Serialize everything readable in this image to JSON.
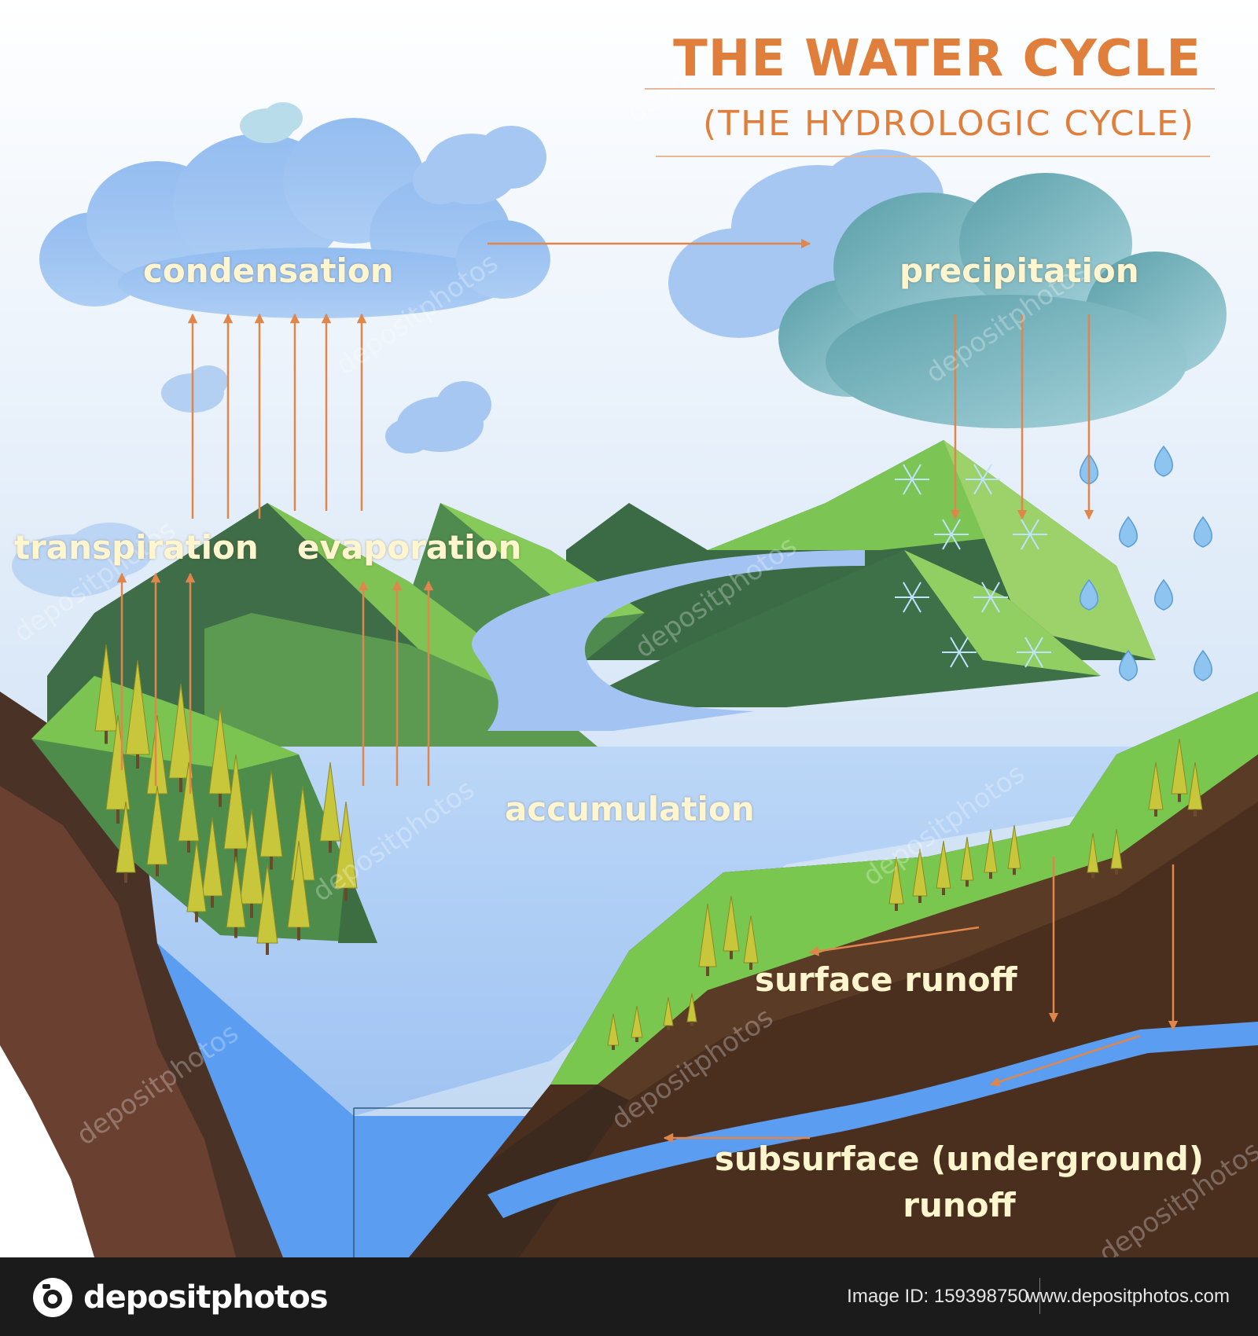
{
  "title": "THE WATER CYCLE",
  "subtitle": "(THE HYDROLOGIC CYCLE)",
  "labels": {
    "condensation": "condensation",
    "precipitation": "precipitation",
    "transpiration": "transpiration",
    "evaporation": "evaporation",
    "accumulation": "accumulation",
    "surface_runoff": "surface runoff",
    "subsurface_line1": "subsurface (underground)",
    "subsurface_line2": "runoff"
  },
  "watermark": "depositphotos",
  "footer": {
    "brand": "depositphotos",
    "image_id": "Image ID: 159398750",
    "site": "www.depositphotos.com"
  },
  "colors": {
    "title": "#e07f3c",
    "arrow": "#e0864a",
    "label": "#fff5cf",
    "sky_top": "#ffffff",
    "sky_bottom": "#c7dcf3",
    "water": "#a9cbf5",
    "deep_water": "#5b9df0",
    "soil": "#4a2f1f",
    "grass": "#7ac74f"
  }
}
